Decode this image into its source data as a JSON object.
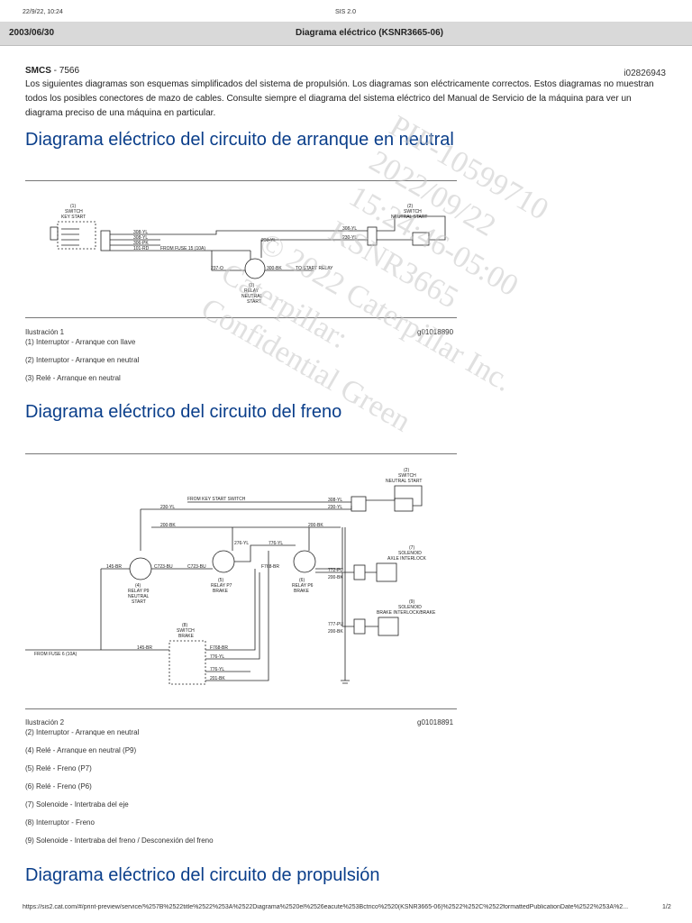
{
  "browser": {
    "datetime": "22/9/22, 10:24",
    "app": "SIS 2.0",
    "url": "https://sis2.cat.com/#/print-preview/service/%257B%2522title%2522%253A%2522Diagrama%2520el%2526eacute%253Bctrico%2520(KSNR3665-06)%2522%252C%2522formattedPublicationDate%2522%253A%2...",
    "page": "1/2"
  },
  "header": {
    "date": "2003/06/30",
    "title": "Diagrama eléctrico (KSNR3665-06)"
  },
  "doc": {
    "smcs_label": "SMCS",
    "smcs_value": " - 7566",
    "id": "i02826943",
    "intro": "Los siguientes diagramas son esquemas simplificados del sistema de propulsión. Los diagramas son eléctricamente correctos. Estos diagramas no muestran todos los posibles conectores de mazo de cables. Consulte siempre el diagrama del sistema eléctrico del Manual de Servicio de la máquina para ver un diagrama preciso de una máquina en particular."
  },
  "sections": [
    {
      "heading": "Diagrama eléctrico del circuito de arranque en neutral",
      "figure_label": "Ilustración 1",
      "figure_id": "g01018890",
      "captions": [
        "(1) Interruptor - Arranque con llave",
        "(2) Interruptor - Arranque en neutral",
        "(3) Relé - Arranque en neutral"
      ],
      "diagram_labels": {
        "switch1": [
          "(1)",
          "SWITCH",
          "KEY START"
        ],
        "switch2": [
          "(2)",
          "SWITCH",
          "NEUTRAL START"
        ],
        "relay3": [
          "(3)",
          "RELAY",
          "NEUTRAL",
          "START"
        ],
        "wires": [
          "308-YL",
          "308-YL",
          "306-PK",
          "101-RD",
          "FROM FUSE 15 (10A)",
          "230-YL",
          "308-YL",
          "230-YL",
          "237-O",
          "300-BK",
          "TO START RELAY"
        ]
      }
    },
    {
      "heading": "Diagrama eléctrico del circuito del freno",
      "figure_label": "Ilustración 2",
      "figure_id": "g01018891",
      "captions": [
        "(2) Interruptor - Arranque en neutral",
        "(4) Relé - Arranque en neutral (P9)",
        "(5) Relé - Freno (P7)",
        "(6) Relé - Freno (P6)",
        "(7) Solenoide - Intertraba del eje",
        "(8) Interruptor - Freno",
        "(9) Solenoide - Intertraba del freno / Desconexión del freno"
      ],
      "diagram_labels": {
        "switch2": [
          "(2)",
          "SWITCH",
          "NEUTRAL START"
        ],
        "relay4": [
          "(4)",
          "RELAY P9",
          "NEUTRAL",
          "START"
        ],
        "relay5": [
          "(5)",
          "RELAY P7",
          "BRAKE"
        ],
        "relay6": [
          "(6)",
          "RELAY P6",
          "BRAKE"
        ],
        "sol7": [
          "(7)",
          "SOLENOID",
          "AXLE INTERLOCK"
        ],
        "sol9": [
          "(9)",
          "SOLENOID",
          "BRAKE INTERLOCK/BRAKE"
        ],
        "switch8": [
          "(8)",
          "SWITCH",
          "BRAKE"
        ],
        "wires": [
          "FROM KEY START SWITCH",
          "308-YL",
          "230-YL",
          "200-BK",
          "230-YL",
          "308-YL",
          "200-BK",
          "145-BR",
          "C723-BU",
          "C723-BU",
          "276-YL",
          "776-YL",
          "F768-BR",
          "772-PU",
          "776-YL",
          "200-BK",
          "777-PU",
          "200-BK",
          "FROM FUSE 6 (10A)",
          "145-BR",
          "F768-BR",
          "776-YL",
          "776-YL",
          "201-BK"
        ]
      }
    },
    {
      "heading": "Diagrama eléctrico del circuito de propulsión"
    }
  ],
  "watermark": [
    "PIP-10599710",
    "2022/09/22",
    "15:24:46-05:00",
    "KSNR3665",
    "© 2022 Caterpillar Inc.",
    "Caterpillar:",
    "Confidential Green"
  ]
}
